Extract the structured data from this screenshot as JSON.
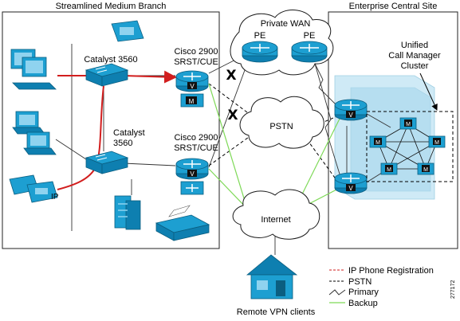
{
  "zones": {
    "branch": "Streamlined Medium Branch",
    "central": "Enterprise Central Site"
  },
  "clouds": {
    "private_wan": "Private WAN",
    "pstn": "PSTN",
    "internet": "Internet"
  },
  "devices": {
    "catalyst_top": "Catalyst 3560",
    "catalyst_mid_1": "Catalyst",
    "catalyst_mid_2": "3560",
    "router_top_1": "Cisco 2900",
    "router_top_2": "SRST/CUE",
    "router_mid_1": "Cisco 2900",
    "router_mid_2": "SRST/CUE",
    "pe_left": "PE",
    "pe_right": "PE",
    "cluster_1": "Unified",
    "cluster_2": "Call Manager",
    "cluster_3": "Cluster",
    "vpn": "Remote VPN clients",
    "ip_tag": "IP",
    "v_tag": "V",
    "m_tag": "M",
    "x_mark": "X"
  },
  "legend": {
    "ip_phone": "IP Phone Registration",
    "pstn": "PSTN",
    "primary": "Primary",
    "backup": "Backup"
  },
  "figure_id": "277172",
  "colors": {
    "device_blue": "#1d9fd1",
    "ip_registration": "#d21e1e",
    "backup": "#7ed957",
    "primary": "#333333"
  }
}
